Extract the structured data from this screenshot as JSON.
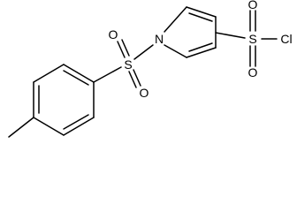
{
  "molecule": {
    "atom_labels": {
      "n_pyrrole": "N",
      "s_tosyl": "S",
      "o_tosyl_top": "O",
      "o_tosyl_bottom": "O",
      "s_chloride": "S",
      "o_chloride_top": "O",
      "o_chloride_bottom": "O",
      "cl": "Cl"
    }
  }
}
